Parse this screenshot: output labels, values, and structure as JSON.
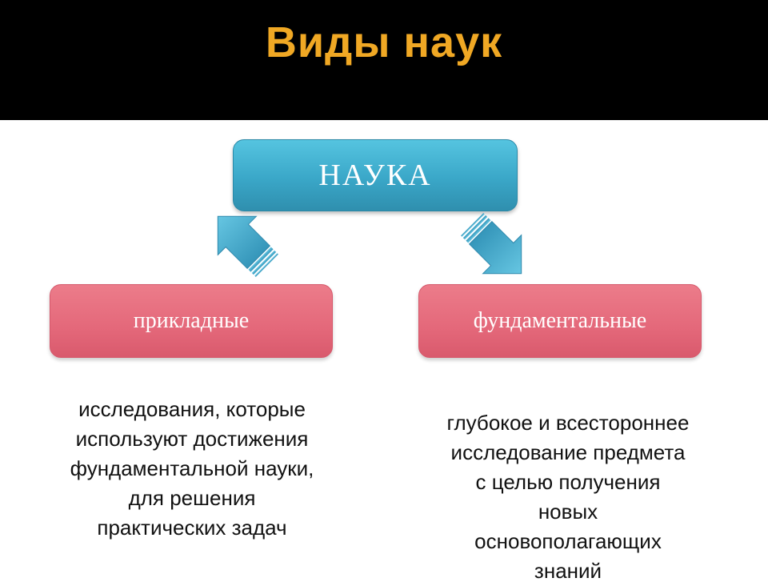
{
  "title": "Виды наук",
  "colors": {
    "header_bg": "#000000",
    "title": "#f0a824",
    "main_box": "#44b4d4",
    "sub_box": "#e46c7c",
    "arrow": "#4aaed0"
  },
  "nodes": {
    "main": {
      "label": "НАУКА"
    },
    "left": {
      "label": "прикладные"
    },
    "right": {
      "label": "фундаментальные"
    }
  },
  "descriptions": {
    "left": [
      "исследования, которые",
      "используют достижения",
      "фундаментальной науки,",
      "для решения",
      "практических задач"
    ],
    "right": [
      "глубокое и всестороннее",
      "исследование предмета",
      "с целью получения",
      "новых",
      "основополагающих",
      "знаний"
    ]
  },
  "edges": [
    {
      "from": "left",
      "to": "main"
    },
    {
      "from": "main",
      "to": "right"
    }
  ]
}
